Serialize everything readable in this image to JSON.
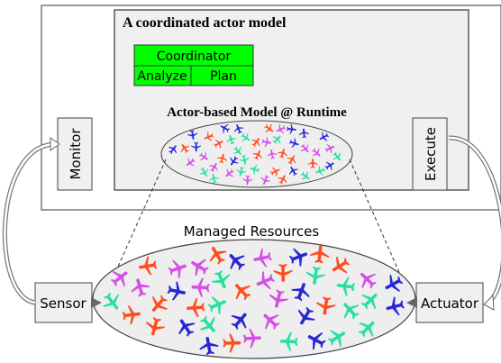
{
  "actor_model": {
    "title": "A coordinated actor model"
  },
  "coordinator": {
    "label": "Coordinator",
    "analyze": "Analyze",
    "plan": "Plan",
    "fill": "#00ff00"
  },
  "runtime_model": {
    "label": "Actor-based Model @ Runtime"
  },
  "monitor": {
    "label": "Monitor"
  },
  "execute": {
    "label": "Execute"
  },
  "managed_resources": {
    "label": "Managed Resources"
  },
  "sensor": {
    "label": "Sensor"
  },
  "actuator": {
    "label": "Actuator"
  },
  "colors": {
    "box_fill": "#f0f0f0",
    "ellipse_fill": "#eeeeee",
    "airplane_colors": [
      "#ff4c1f",
      "#2727d6",
      "#26e0a0",
      "#d54fe7"
    ]
  },
  "icons": {
    "resource": "airplane-icon"
  }
}
